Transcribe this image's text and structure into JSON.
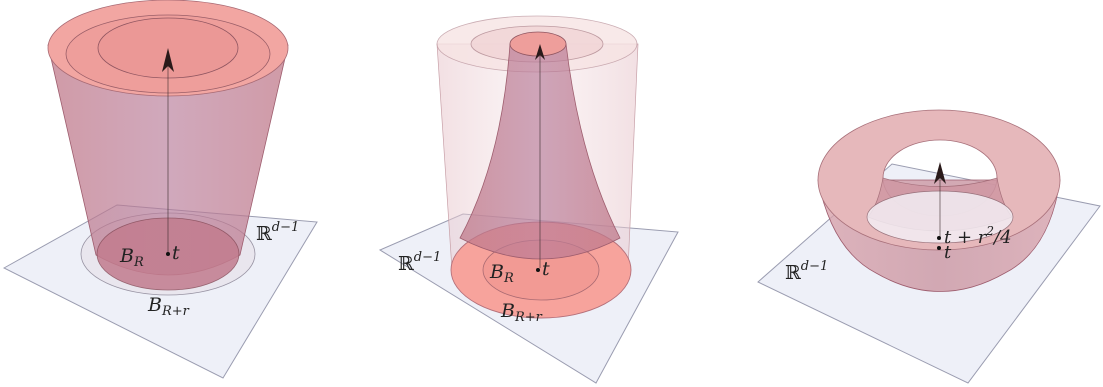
{
  "panels": [
    {
      "id": "panel-1",
      "labels": {
        "plane": "ℝ",
        "plane_sup": "d−1",
        "inner_ball": "B",
        "inner_ball_sub": "R",
        "outer_ball": "B",
        "outer_ball_sub": "R+r",
        "point": "t"
      }
    },
    {
      "id": "panel-2",
      "labels": {
        "plane": "ℝ",
        "plane_sup": "d−1",
        "inner_ball": "B",
        "inner_ball_sub": "R",
        "outer_ball": "B",
        "outer_ball_sub": "R+r",
        "point": "t"
      }
    },
    {
      "id": "panel-3",
      "labels": {
        "plane": "ℝ",
        "plane_sup": "d−1",
        "point": "t",
        "shifted_point_a": "t + r",
        "shifted_point_sup": "2",
        "shifted_point_b": "/4"
      }
    }
  ],
  "colors": {
    "plane_fill": "#eef0f8",
    "plane_stroke": "#9a9cb0",
    "surface_fill": "#c97d8c",
    "surface_top": "#f0a2a0",
    "disk_fill": "#f7a9a1",
    "axis": "#3a2a2a",
    "arrow": "#2a1a1a"
  }
}
